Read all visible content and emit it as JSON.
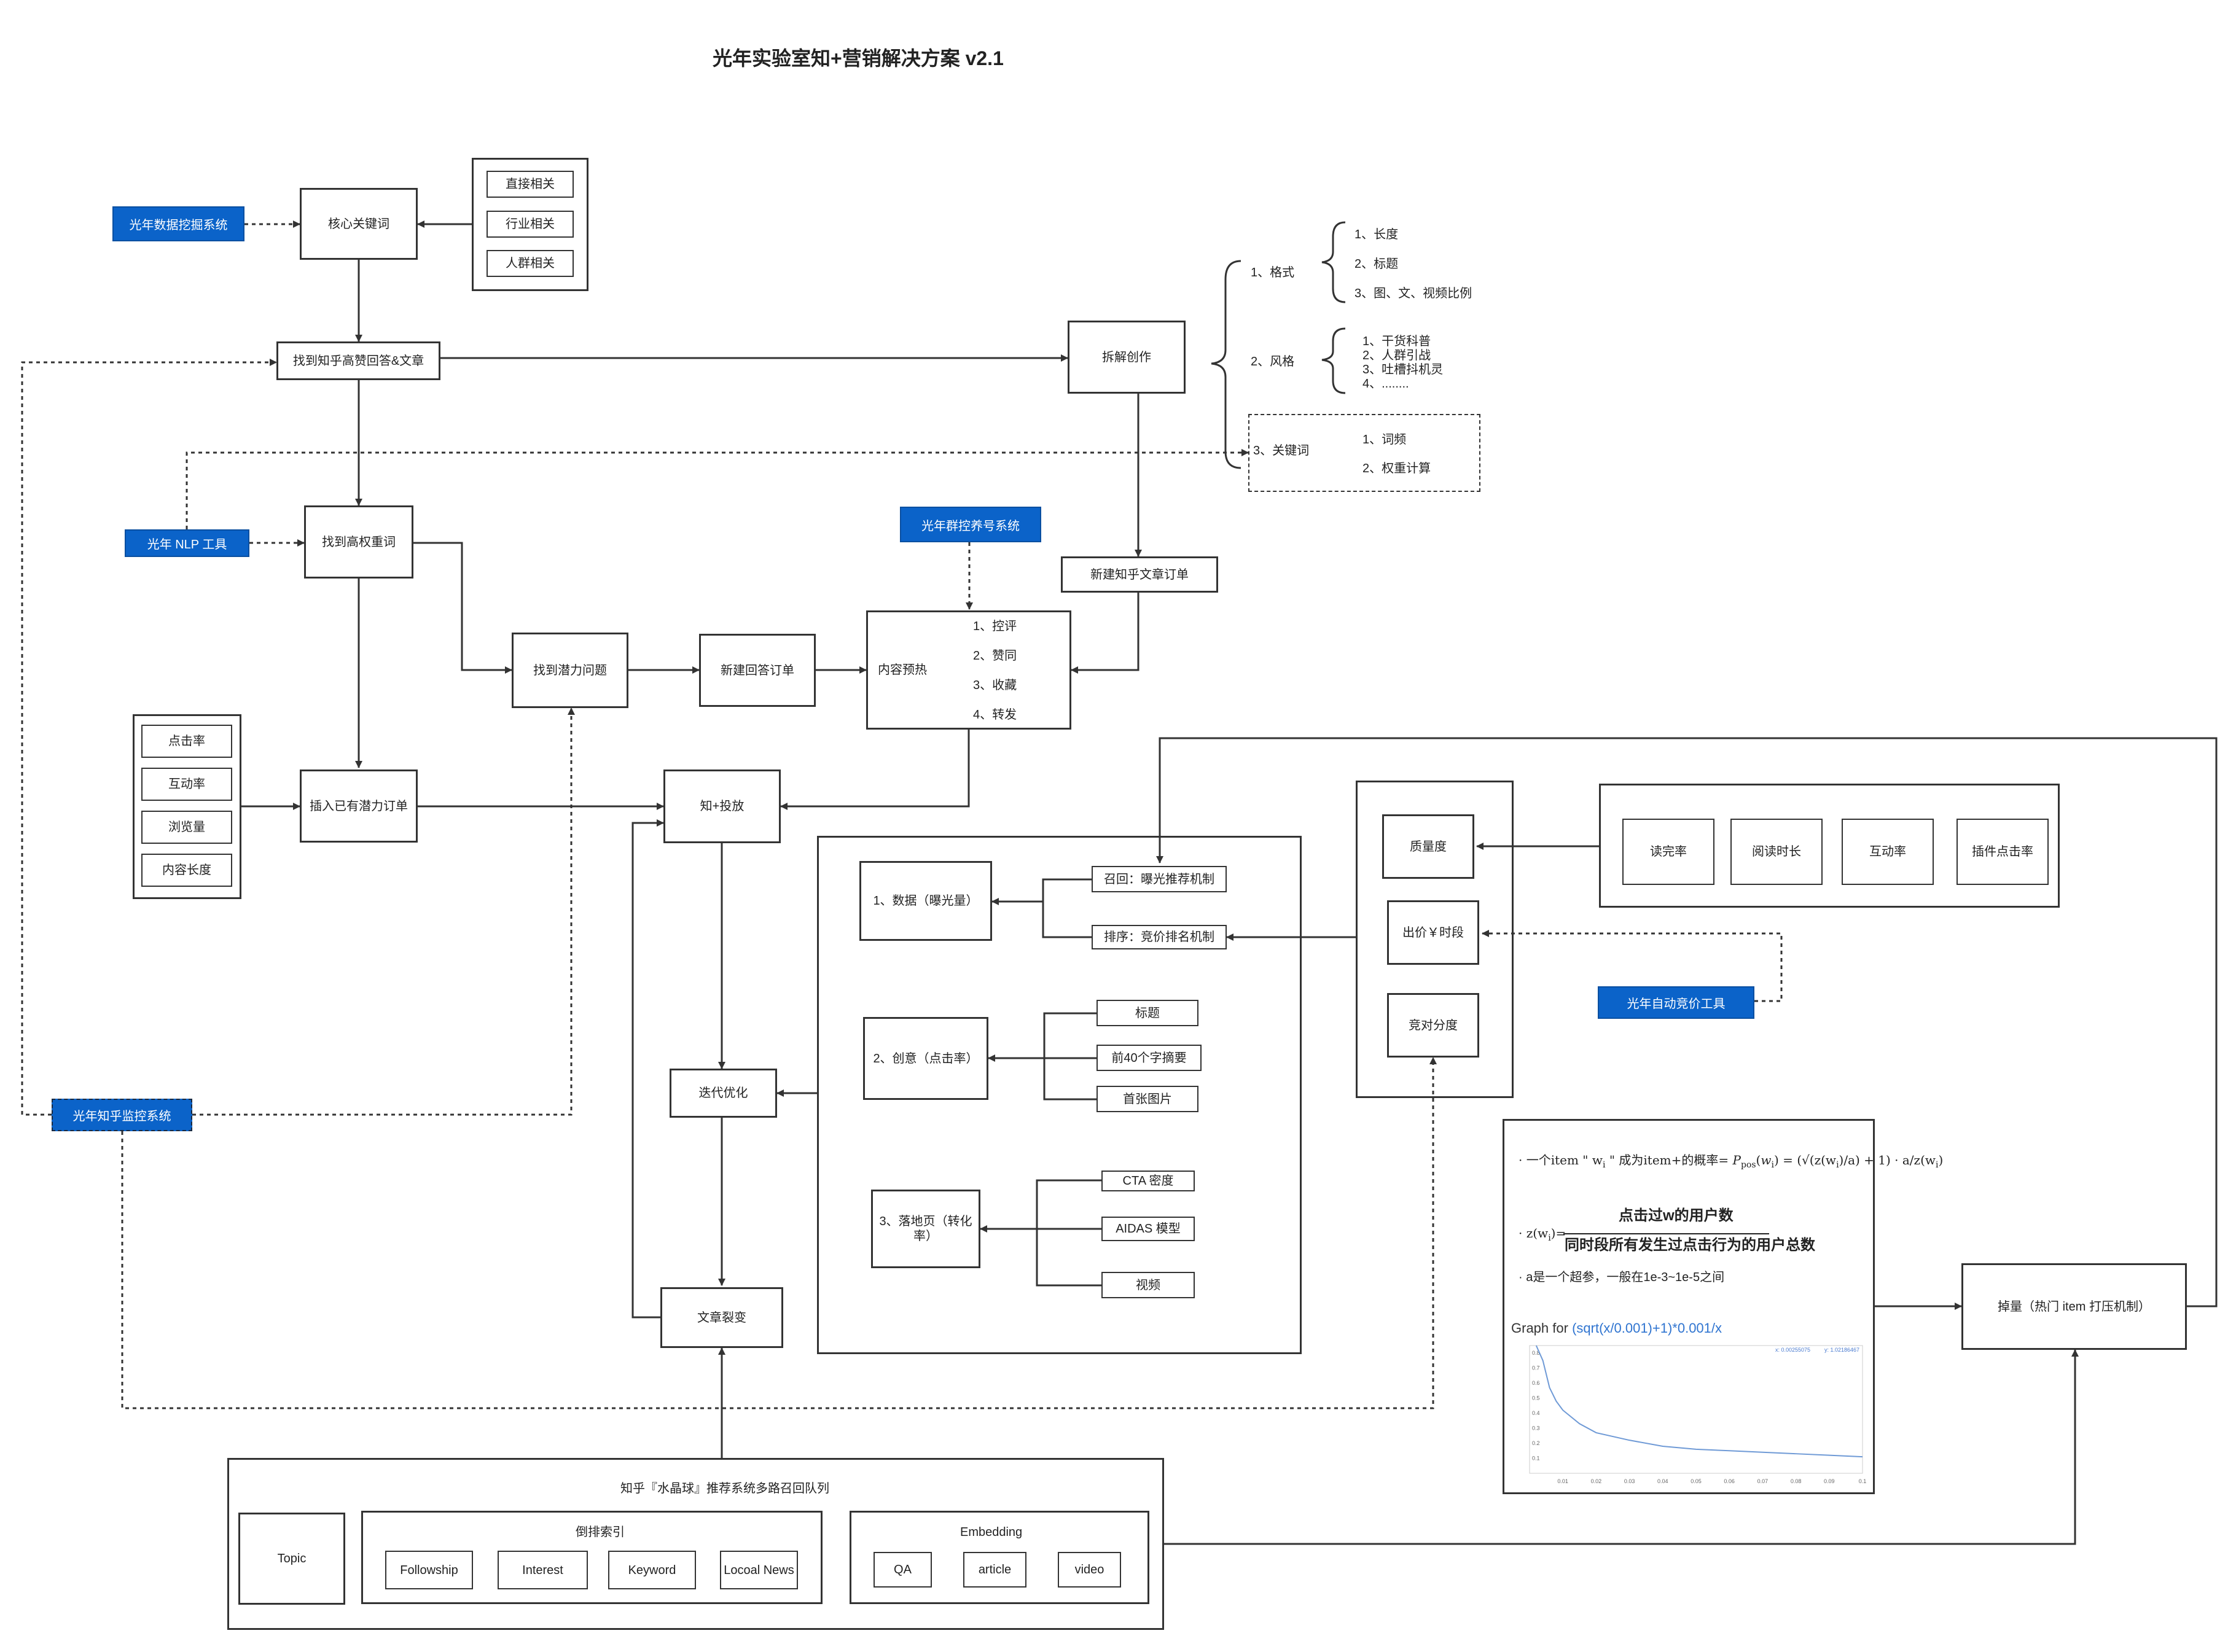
{
  "title": "光年实验室知+营销解决方案 v2.1",
  "systems": {
    "data_mining": "光年数据挖掘系统",
    "nlp_tool": "光年 NLP 工具",
    "group_control": "光年群控养号系统",
    "zhihu_monitor": "光年知乎监控系统",
    "auto_bid": "光年自动竞价工具"
  },
  "nodes": {
    "core_keywords": "核心关键词",
    "direct": "直接相关",
    "industry": "行业相关",
    "crowd": "人群相关",
    "find_answers": "找到知乎高赞回答&文章",
    "dismantle": "拆解创作",
    "find_weight_words": "找到高权重词",
    "find_potential_q": "找到潜力问题",
    "new_answer_order": "新建回答订单",
    "content_preheat": "内容预热",
    "new_article_order": "新建知乎文章订单",
    "insert_order": "插入已有潜力订单",
    "zhijia": "知+投放",
    "iterate": "迭代优化",
    "article_split": "文章裂变",
    "quality": "质量度",
    "bid_time": "出价￥时段",
    "relative_score": "竞对分度",
    "boost": "掉量（热门 item 打压机制）"
  },
  "preheat_items": [
    "1、控评",
    "2、赞同",
    "3、收藏",
    "4、转发"
  ],
  "metrics_left": [
    "点击率",
    "互动率",
    "浏览量",
    "内容长度"
  ],
  "metrics_right": [
    "读完率",
    "阅读时长",
    "互动率",
    "插件点击率"
  ],
  "dismantle_tree": {
    "format": "1、格式",
    "format_items": [
      "1、长度",
      "2、标题",
      "3、图、文、视频比例"
    ],
    "style": "2、风格",
    "style_items": [
      "1、干货科普",
      "2、人群引战",
      "3、吐槽抖机灵",
      "4、........"
    ],
    "keyword": "3、关键词",
    "keyword_items": [
      "1、词频",
      "2、权重计算"
    ]
  },
  "ad_mechanism": {
    "data": "1、数据（曝光量）",
    "recall": "召回：曝光推荐机制",
    "rank": "排序：竞价排名机制",
    "creative": "2、创意（点击率）",
    "creative_items": [
      "标题",
      "前40个字摘要",
      "首张图片"
    ],
    "landing": "3、落地页（转化率）",
    "landing_items": [
      "CTA 密度",
      "AIDAS 模型",
      "视频"
    ]
  },
  "formula": {
    "line1_prefix": "· 一个item \" w",
    "line1_mid": " \" 成为item+的概率=",
    "z_def_prefix": "· z(w",
    "z_def_suffix": ")=",
    "numerator": "点击过w的用户数",
    "denominator": "同时段所有发生过点击行为的用户总数",
    "alpha_note": "· a是一个超参，一般在1e-3~1e-5之间",
    "graph_label": "Graph for",
    "graph_fn": "(sqrt(x/0.001)+1)*0.001/x",
    "readout_x": "x: 0.00255075",
    "readout_y": "y: 1.02186467"
  },
  "chart_data": {
    "type": "line",
    "title": "Graph for (sqrt(x/0.001)+1)*0.001/x",
    "xlabel": "",
    "ylabel": "",
    "x_ticks": [
      0.01,
      0.02,
      0.03,
      0.04,
      0.05,
      0.06,
      0.07,
      0.08,
      0.09,
      0.1
    ],
    "y_ticks": [
      0.1,
      0.2,
      0.3,
      0.4,
      0.5,
      0.6,
      0.7,
      0.8
    ],
    "xlim": [
      0,
      0.1
    ],
    "ylim": [
      0,
      0.85
    ],
    "series": [
      {
        "x": [
          0.002,
          0.004,
          0.006,
          0.008,
          0.01,
          0.015,
          0.02,
          0.03,
          0.04,
          0.05,
          0.06,
          0.07,
          0.08,
          0.09,
          0.1
        ],
        "y": [
          0.85,
          0.75,
          0.57,
          0.48,
          0.42,
          0.33,
          0.27,
          0.22,
          0.18,
          0.16,
          0.15,
          0.14,
          0.13,
          0.12,
          0.11
        ]
      }
    ]
  },
  "crystal_ball": {
    "title": "知乎『水晶球』推荐系统多路召回队列",
    "topic": "Topic",
    "inverted_index": "倒排索引",
    "inverted_items": [
      "Followship",
      "Interest",
      "Keyword",
      "Locoal News"
    ],
    "embedding": "Embedding",
    "embedding_items": [
      "QA",
      "article",
      "video"
    ]
  }
}
